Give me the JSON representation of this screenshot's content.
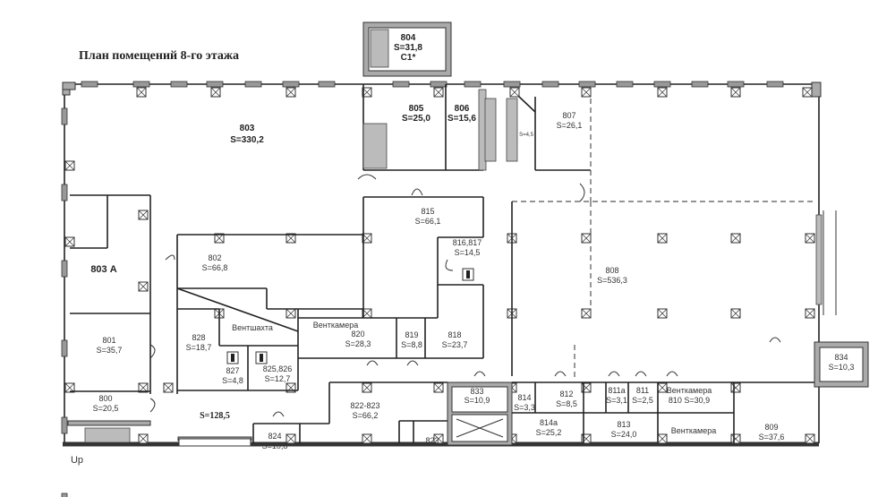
{
  "title": "План помещений 8-го этажа",
  "rooms": {
    "r804": {
      "num": "804",
      "area": "S=31,8",
      "note": "С1*"
    },
    "r803": {
      "num": "803",
      "area": "S=330,2"
    },
    "r805": {
      "num": "805",
      "area": "S=25,0"
    },
    "r806": {
      "num": "806",
      "area": "S=15,6"
    },
    "r807": {
      "num": "807",
      "area": "S=26,1"
    },
    "rstair": {
      "area": "S=4,5"
    },
    "r815": {
      "num": "815",
      "area": "S=66,1"
    },
    "r816": {
      "num": "816,817",
      "area": "S=14,5"
    },
    "r803a": {
      "num": "803 А"
    },
    "r802": {
      "num": "802",
      "area": "S=66,8"
    },
    "r808": {
      "num": "808",
      "area": "S=536,3"
    },
    "rvent1": {
      "num": "Вентшахта"
    },
    "r820": {
      "name": "Венткамера",
      "num": "820",
      "area": "S=28,3"
    },
    "r819": {
      "num": "819",
      "area": "S=8,8"
    },
    "r818": {
      "num": "818",
      "area": "S=23,7"
    },
    "r828": {
      "num": "828",
      "area": "S=18,7"
    },
    "r827": {
      "num": "827",
      "area": "S=4,8"
    },
    "r825": {
      "num": "825,826",
      "area": "S=12,7"
    },
    "r801": {
      "num": "801",
      "area": "S=35,7"
    },
    "r800": {
      "num": "800",
      "area": "S=20,5"
    },
    "rcorr": {
      "area": "S=128,5"
    },
    "r824": {
      "num": "824",
      "area": "S=10,8"
    },
    "r822": {
      "num": "822-823",
      "area": "S=66,2"
    },
    "r823": {
      "num": "823"
    },
    "r833": {
      "num": "833",
      "area": "S=10,9"
    },
    "r814": {
      "num": "814",
      "area": "S=3,3"
    },
    "r812": {
      "num": "812",
      "area": "S=8,5"
    },
    "r811a": {
      "num": "811а",
      "area": "S=3,1"
    },
    "r811": {
      "num": "811",
      "area": "S=2,5"
    },
    "r810": {
      "name": "Венткамера",
      "numarea": "810 S=30,9"
    },
    "r814a": {
      "num": "814а",
      "area": "S=25,2"
    },
    "r813": {
      "num": "813",
      "area": "S=24,0"
    },
    "rvent2": {
      "num": "Венткамера"
    },
    "r809": {
      "num": "809",
      "area": "S=37,6"
    },
    "r834": {
      "num": "834",
      "area": "S=10,3"
    }
  },
  "markers": {
    "up": "Up"
  },
  "icons": [
    "toilet-icon",
    "column-icon",
    "window-icon",
    "door-icon",
    "stair-icon",
    "elevator-icon"
  ],
  "colors": {
    "wall": "#222222",
    "structural": "#aaaaaa",
    "background": "#ffffff"
  }
}
